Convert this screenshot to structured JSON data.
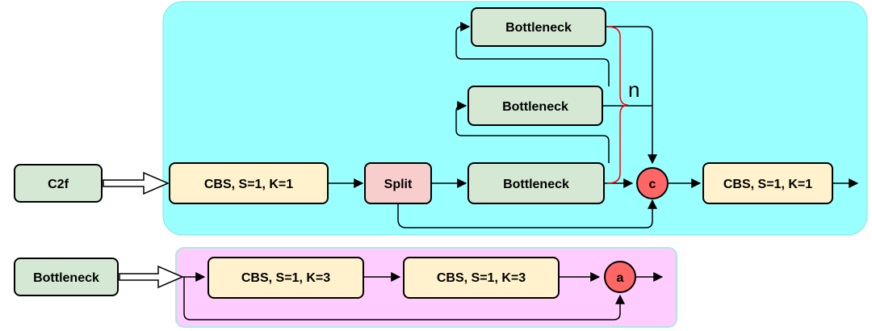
{
  "diagram": {
    "c2f_module": {
      "input_label": "C2f",
      "cbs_in_label": "CBS, S=1, K=1",
      "split_label": "Split",
      "bottleneck_labels": [
        "Bottleneck",
        "Bottleneck",
        "Bottleneck"
      ],
      "repeat_label": "n",
      "concat_label": "c",
      "cbs_out_label": "CBS, S=1, K=1"
    },
    "bottleneck_module": {
      "input_label": "Bottleneck",
      "cbs1_label": "CBS, S=1, K=3",
      "cbs2_label": "CBS, S=1, K=3",
      "add_label": "a"
    },
    "colors": {
      "c2f_background": "#99ffff",
      "bottleneck_background": "#ffccff",
      "cbs_fill": "#fff2cc",
      "bottleneck_fill": "#d5e8d4",
      "split_fill": "#f8cecc",
      "operator_fill": "#ff6666",
      "brace": "#ff0000"
    }
  }
}
